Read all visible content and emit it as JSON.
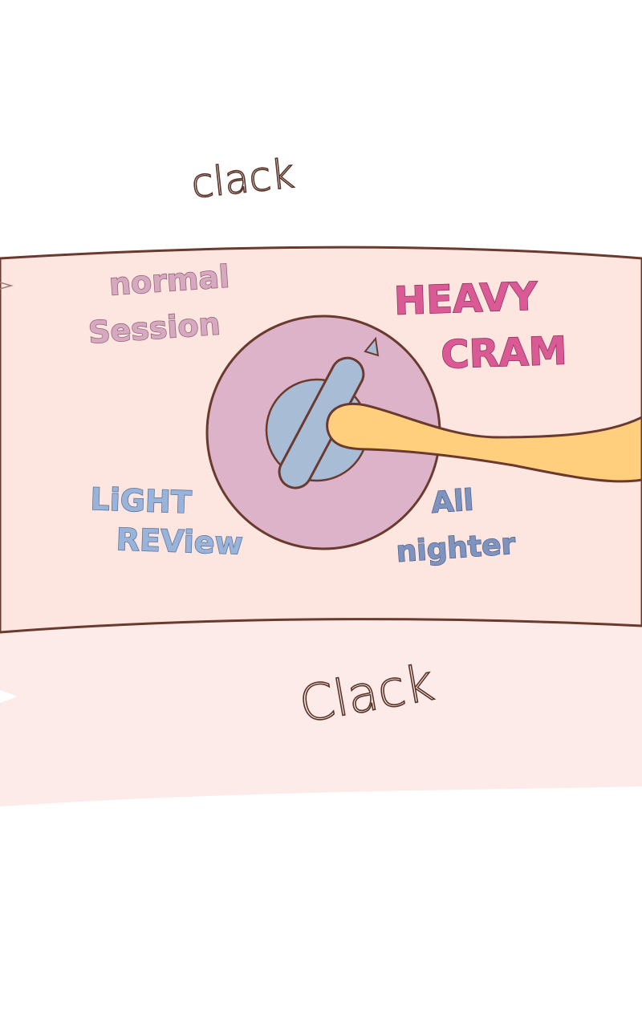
{
  "sound_effects": {
    "top": "clack",
    "bottom": "Clack"
  },
  "dial": {
    "labels": {
      "top_left": [
        "normal",
        "Session"
      ],
      "top_right": [
        "HEAVY",
        "CRAM"
      ],
      "bottom_left": [
        "LiGHT",
        "REView"
      ],
      "bottom_right": [
        "All",
        "nighter"
      ]
    },
    "selected": "HEAVY CRAM"
  },
  "colors": {
    "background": "#ffffff",
    "panel": "#fcebe8",
    "outline": "#6b3a2e",
    "dial_ring": "#dcb3c8",
    "dial_center": "#a9bcd6",
    "knob": "#a9bcd6",
    "paw": "#ffcf7d",
    "label_normal_session": "#d7a9c0",
    "label_heavy_cram": "#d95a94",
    "label_light_review": "#99b3d9",
    "label_all_nighter": "#7e93bd",
    "sfx_text": "#5a3328"
  },
  "icons": {
    "pointer": "triangle-pointer-icon",
    "paw": "cat-paw"
  }
}
